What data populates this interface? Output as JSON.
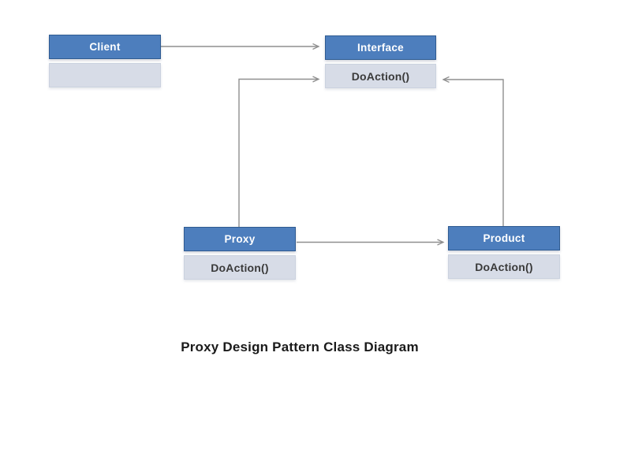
{
  "diagram": {
    "caption": "Proxy Design Pattern Class Diagram",
    "classes": [
      {
        "id": "client",
        "name": "Client",
        "method": ""
      },
      {
        "id": "interface",
        "name": "Interface",
        "method": "DoAction()"
      },
      {
        "id": "proxy",
        "name": "Proxy",
        "method": "DoAction()"
      },
      {
        "id": "product",
        "name": "Product",
        "method": "DoAction()"
      }
    ],
    "connectors": [
      {
        "from": "Client",
        "to": "Interface"
      },
      {
        "from": "Proxy",
        "to": "Interface"
      },
      {
        "from": "Product",
        "to": "Interface"
      },
      {
        "from": "Proxy",
        "to": "Product"
      }
    ],
    "colors": {
      "background": "#ffffff",
      "header_fill": "#4d7ebd",
      "header_border": "#2f5b91",
      "header_text": "#ffffff",
      "body_fill": "#d7dce7",
      "body_border": "#cbd2df",
      "method_text": "#3a3a3a",
      "line": "#8f8f8f",
      "caption_text": "#1a1a1a"
    }
  }
}
